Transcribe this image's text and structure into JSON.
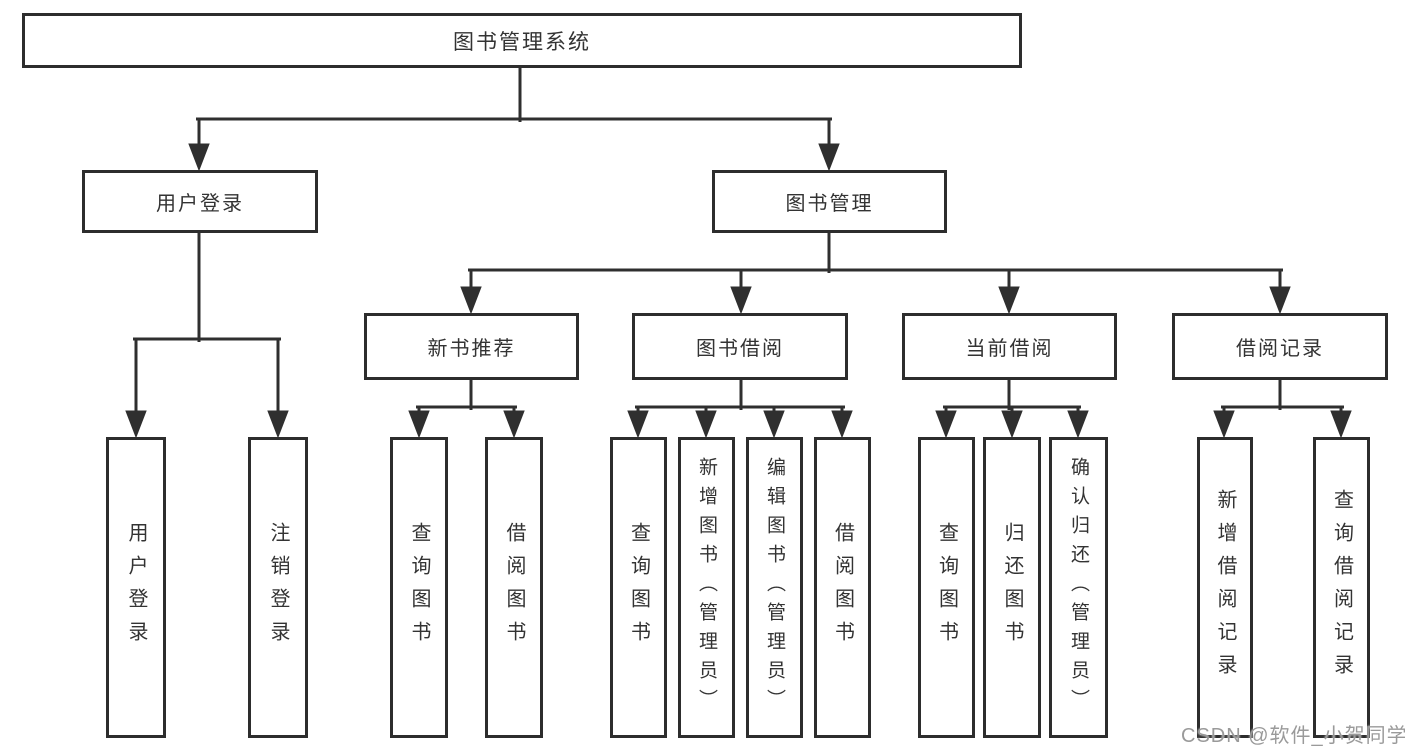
{
  "diagram_type": "hierarchy-tree",
  "colors": {
    "line": "#2f2f2f",
    "box_border": "#2d2d2d",
    "box_fill": "#ffffff",
    "text": "#333333",
    "watermark": "#9a9a9a"
  },
  "tree": {
    "label": "图书管理系统",
    "children": [
      {
        "label": "用户登录",
        "children": [
          {
            "label": "用户登录"
          },
          {
            "label": "注销登录"
          }
        ]
      },
      {
        "label": "图书管理",
        "children": [
          {
            "label": "新书推荐",
            "children": [
              {
                "label": "查询图书"
              },
              {
                "label": "借阅图书"
              }
            ]
          },
          {
            "label": "图书借阅",
            "children": [
              {
                "label": "查询图书"
              },
              {
                "label": "新增图书（管理员）"
              },
              {
                "label": "编辑图书（管理员）"
              },
              {
                "label": "借阅图书"
              }
            ]
          },
          {
            "label": "当前借阅",
            "children": [
              {
                "label": "查询图书"
              },
              {
                "label": "归还图书"
              },
              {
                "label": "确认归还（管理员）"
              }
            ]
          },
          {
            "label": "借阅记录",
            "children": [
              {
                "label": "新增借阅记录"
              },
              {
                "label": "查询借阅记录"
              }
            ]
          }
        ]
      }
    ]
  },
  "watermark": "CSDN @软件_小贺同学"
}
